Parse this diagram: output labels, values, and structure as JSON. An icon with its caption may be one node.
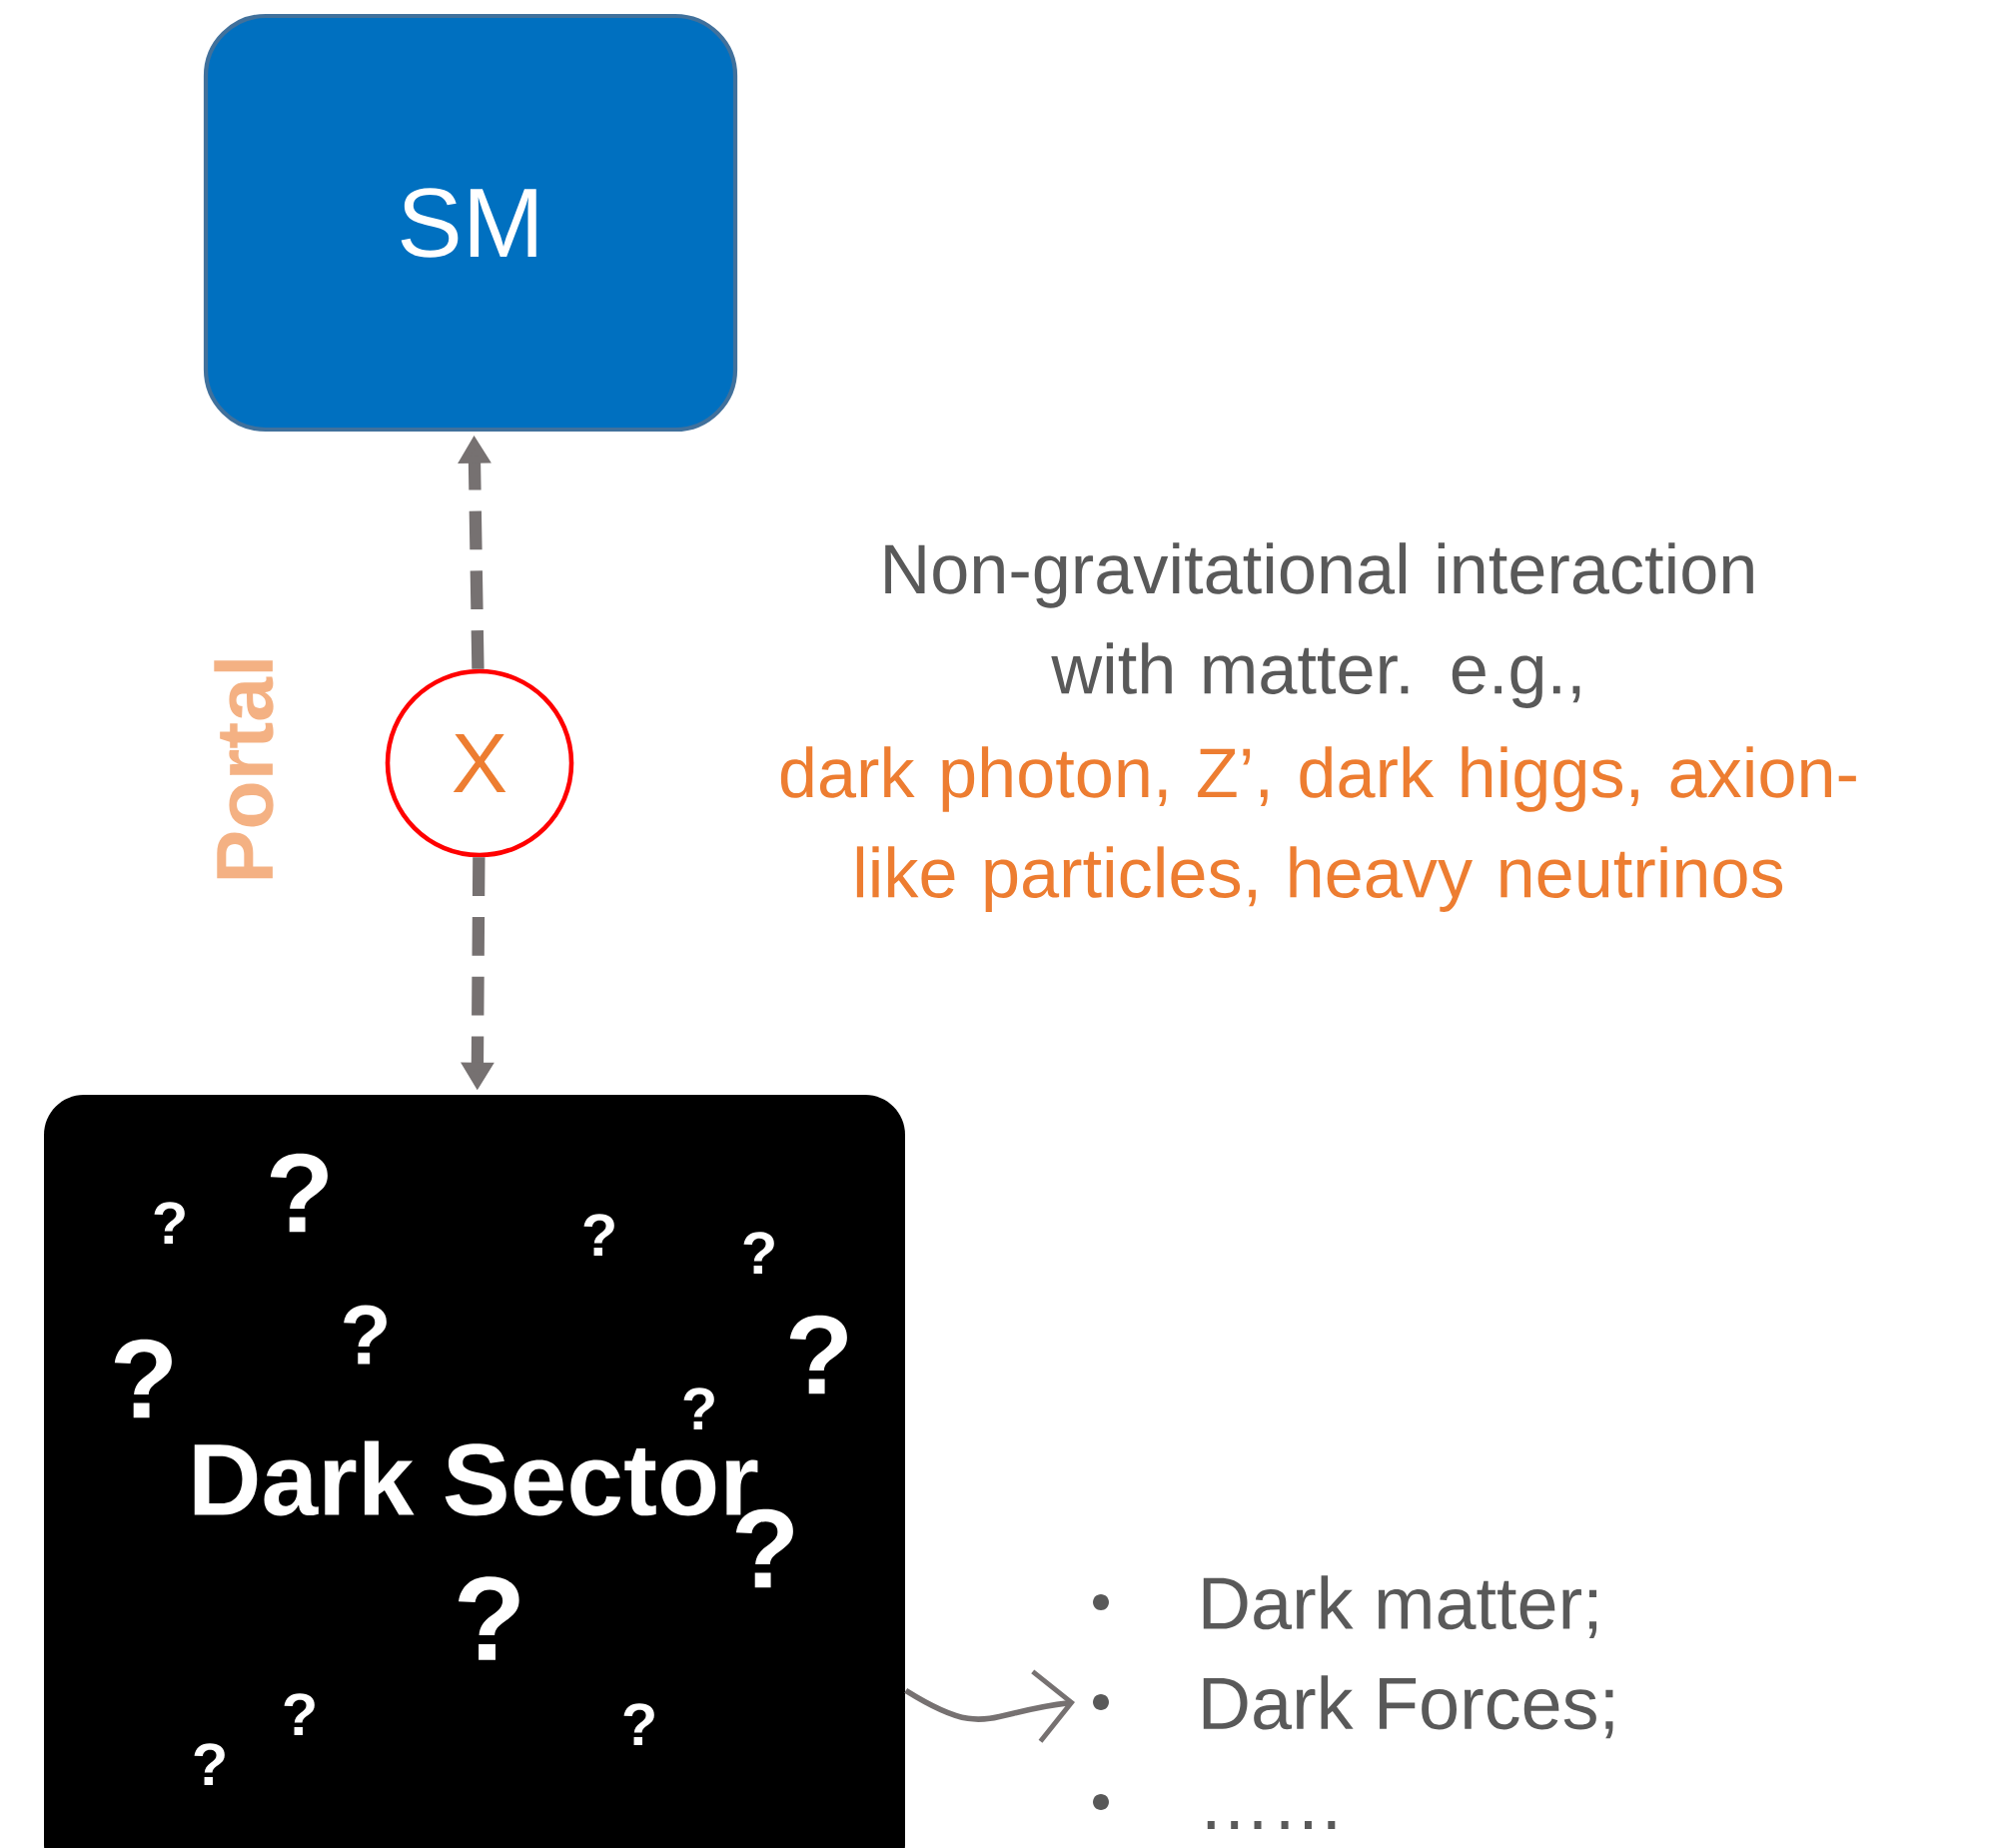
{
  "diagram": {
    "nodes": [
      {
        "text": [
          "SM"
        ]
      },
      {
        "text": [
          "X"
        ]
      },
      {
        "text": [
          "Dark Sector",
          "?",
          "?",
          "?",
          "?",
          "?",
          "?",
          "?",
          "?",
          "?",
          "?",
          "?",
          "?",
          "?"
        ]
      },
      {
        "text": [
          "Dark matter;",
          "Dark Forces;",
          "……"
        ]
      }
    ],
    "edges": [
      {
        "from": 1,
        "to": 0,
        "arrow": "to",
        "style": "dashed"
      },
      {
        "from": 1,
        "to": 2,
        "arrow": "to",
        "style": "dashed"
      },
      {
        "from": 2,
        "to": 3,
        "arrow": "to"
      }
    ],
    "labels": [
      "Portal",
      "Non-gravitational interaction with matter. e.g.,",
      "dark photon, Z’, dark higgs, axion-like particles, heavy neutrinos"
    ]
  }
}
